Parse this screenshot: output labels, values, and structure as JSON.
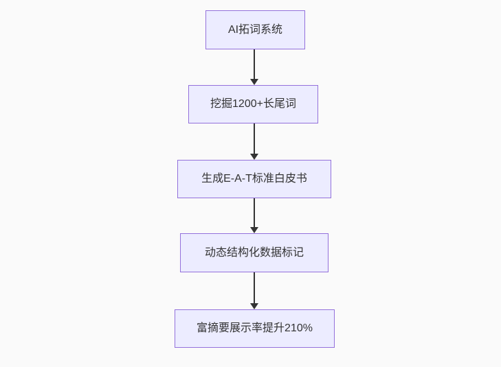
{
  "diagram": {
    "type": "flowchart",
    "direction": "top-down",
    "nodes": [
      {
        "id": "n1",
        "label": "AI拓词系统"
      },
      {
        "id": "n2",
        "label": "挖掘1200+长尾词"
      },
      {
        "id": "n3",
        "label": "生成E-A-T标准白皮书"
      },
      {
        "id": "n4",
        "label": "动态结构化数据标记"
      },
      {
        "id": "n5",
        "label": "富摘要展示率提升210%"
      }
    ],
    "edges": [
      {
        "from": "n1",
        "to": "n2"
      },
      {
        "from": "n2",
        "to": "n3"
      },
      {
        "from": "n3",
        "to": "n4"
      },
      {
        "from": "n4",
        "to": "n5"
      }
    ],
    "colors": {
      "background": "#fafafa",
      "node_fill": "#ececff",
      "node_border": "#9370db",
      "text": "#333333",
      "arrow": "#333333"
    }
  }
}
